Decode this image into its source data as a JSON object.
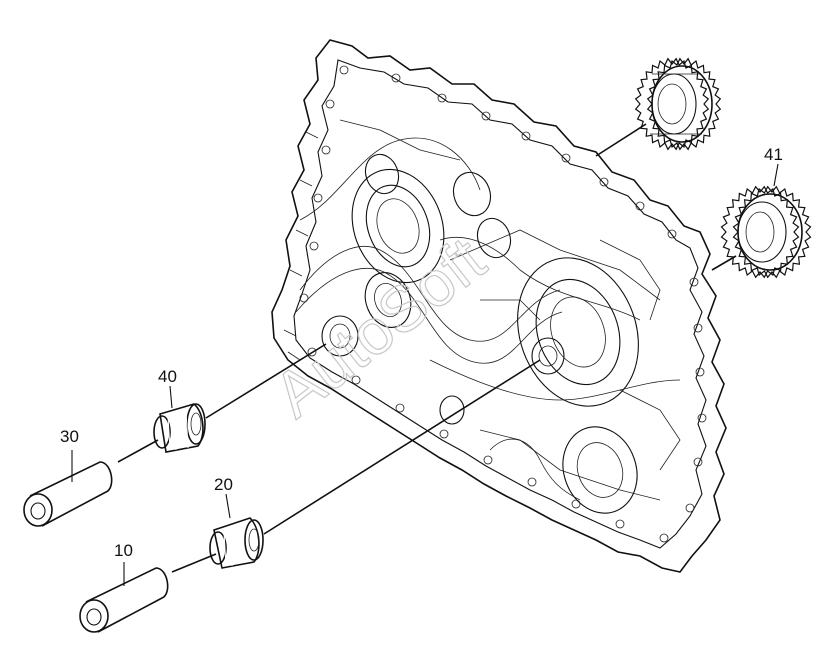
{
  "diagram": {
    "callouts": [
      {
        "id": "10",
        "label": "10"
      },
      {
        "id": "20",
        "label": "20"
      },
      {
        "id": "30",
        "label": "30"
      },
      {
        "id": "40",
        "label": "40"
      },
      {
        "id": "41",
        "label": "41"
      }
    ],
    "watermark": "AutoSoft"
  }
}
